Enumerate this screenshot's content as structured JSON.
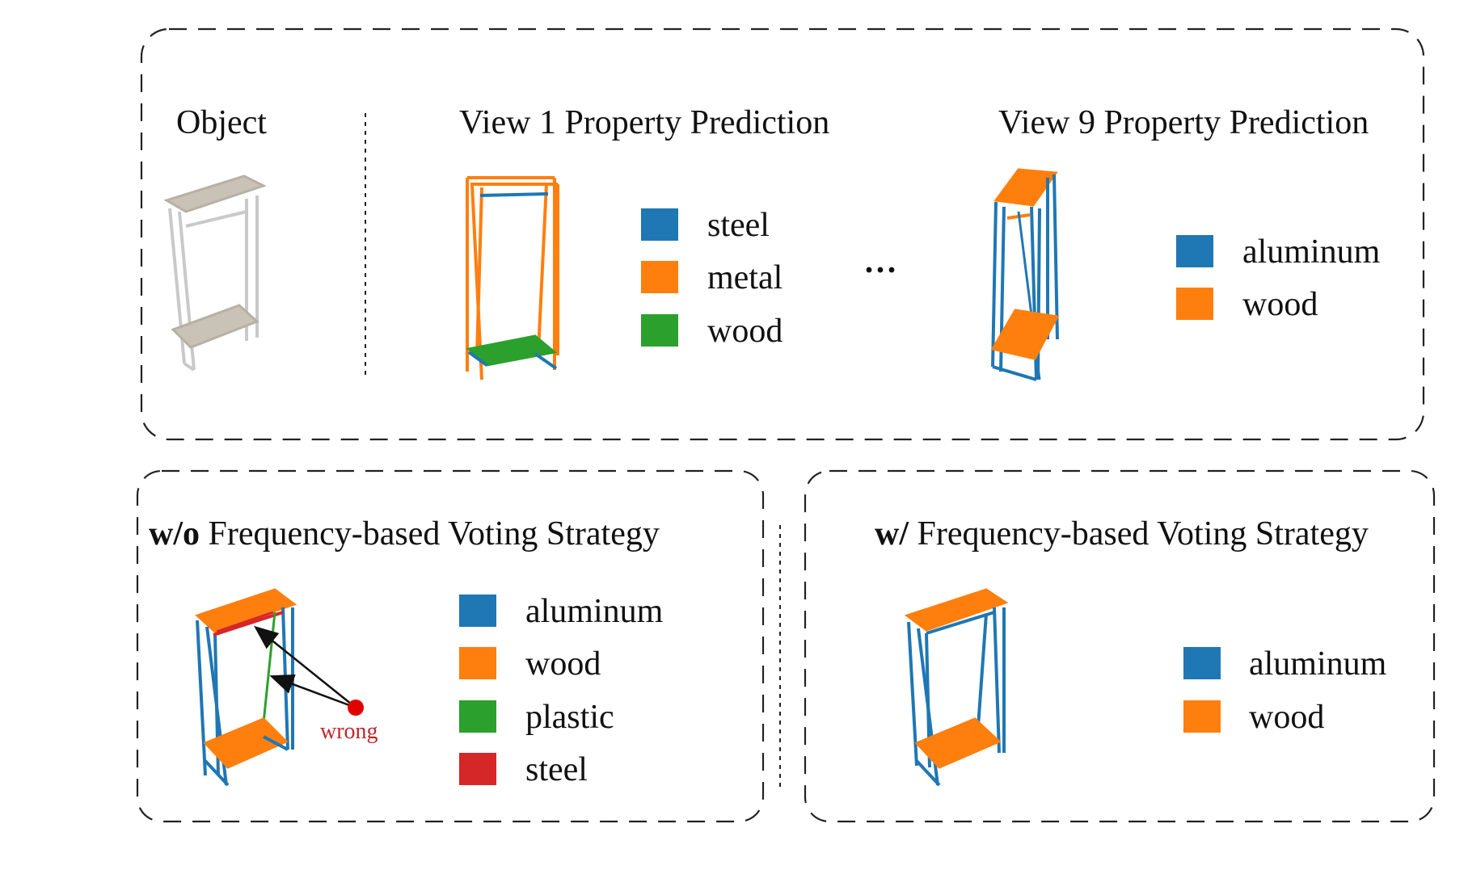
{
  "colors": {
    "blue": "#1f77b4",
    "orange": "#ff7f0e",
    "green": "#2ca02c",
    "red": "#d62728",
    "wood_gray": "#c8c2b6",
    "wrong_red": "#c0272d"
  },
  "top_panel": {
    "object_label": "Object",
    "view1_label": "View 1 Property Prediction",
    "view9_label": "View 9 Property Prediction",
    "ellipsis": "···",
    "view1_legend": [
      {
        "label": "steel",
        "color": "#1f77b4"
      },
      {
        "label": "metal",
        "color": "#ff7f0e"
      },
      {
        "label": "wood",
        "color": "#2ca02c"
      }
    ],
    "view9_legend": [
      {
        "label": "aluminum",
        "color": "#1f77b4"
      },
      {
        "label": "wood",
        "color": "#ff7f0e"
      }
    ]
  },
  "bottom_left": {
    "title_bold": "w/o",
    "title_rest": " Frequency-based Voting Strategy",
    "wrong_label": "wrong",
    "legend": [
      {
        "label": "aluminum",
        "color": "#1f77b4"
      },
      {
        "label": "wood",
        "color": "#ff7f0e"
      },
      {
        "label": "plastic",
        "color": "#2ca02c"
      },
      {
        "label": "steel",
        "color": "#d62728"
      }
    ]
  },
  "bottom_right": {
    "title_bold": "w/",
    "title_rest": " Frequency-based Voting Strategy",
    "legend": [
      {
        "label": "aluminum",
        "color": "#1f77b4"
      },
      {
        "label": "wood",
        "color": "#ff7f0e"
      }
    ]
  }
}
